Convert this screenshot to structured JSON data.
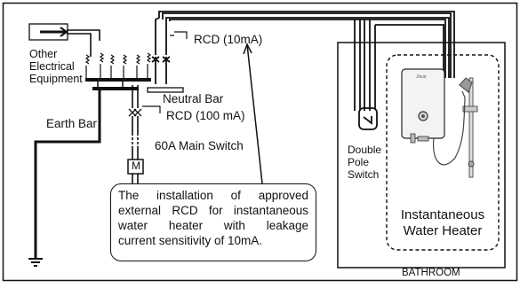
{
  "labels": {
    "other_equipment": [
      "Other",
      "Electrical",
      "Equipment"
    ],
    "earth_bar": "Earth Bar",
    "neutral_bar": "Neutral Bar",
    "rcd_10ma": "RCD (10mA)",
    "rcd_100ma": "RCD (100 mA)",
    "main_switch": "60A Main Switch",
    "meter": "M",
    "double_pole_switch": [
      "Double",
      "Pole",
      "Switch"
    ],
    "water_heater": [
      "Instantaneous",
      "Water Heater"
    ],
    "bathroom": "BATHROOM",
    "heater_brand": "Jiwat"
  },
  "callout": {
    "lines": [
      "The installation of approved",
      "external RCD for instantaneous",
      "water heater with leakage",
      "current sensitivity of 10mA."
    ]
  },
  "colors": {
    "line": "#111111",
    "background": "#ffffff",
    "heater_body": "#f3f3f3"
  },
  "icons": {
    "earth": "earth-ground-icon",
    "meter": "meter-icon",
    "switch": "switch-icon",
    "heater": "water-heater-icon",
    "shower": "shower-head-icon"
  }
}
